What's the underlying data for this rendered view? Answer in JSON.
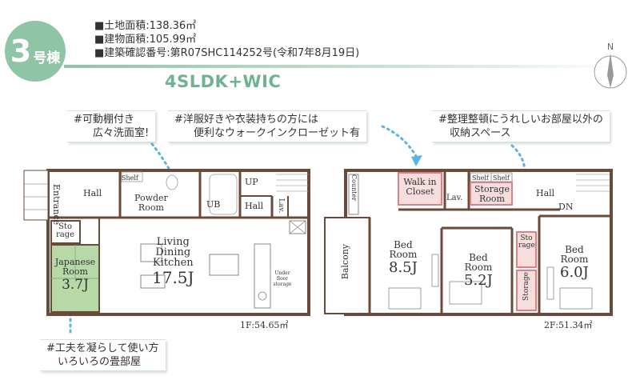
{
  "badge": {
    "number": "3",
    "suffix": "号棟"
  },
  "specs": {
    "land_area": "■土地面積:138.36㎡",
    "building_area": "■建物面積:105.99㎡",
    "permit": "■建築確認番号:第R07SHC114252号(令和7年8月19日)"
  },
  "plan_type": "4SLDK+WIC",
  "compass": {
    "label": "N"
  },
  "notes": {
    "washroom": [
      "#可動棚付き",
      "広々洗面室!"
    ],
    "wic": [
      "#洋服好きや衣装持ちの方には",
      "便利なウォークインクローゼット有"
    ],
    "storage": [
      "#整理整頓にうれしいお部屋以外の",
      "収納スペース"
    ],
    "tatami": [
      "#工夫を凝らして使い方",
      "いろいろの畳部屋"
    ]
  },
  "floor1": {
    "area": "1F:54.65㎡",
    "rooms": {
      "entrance_1": "Ent",
      "entrance_2": "rance",
      "hall": "Hall",
      "shelf": "Shelf",
      "powder_1": "Powder",
      "powder_2": "Room",
      "ub": "UB",
      "up": "UP",
      "hall2": "Hall",
      "lav": "Lav.",
      "storage_1": "Sto",
      "storage_2": "rage",
      "japanese_1": "Japanese",
      "japanese_2": "Room",
      "japanese_size": "3.7J",
      "living_1": "Living",
      "living_2": "Dining",
      "living_3": "Kitchen",
      "living_size": "17.5J",
      "under_floor": "Under floor storage"
    }
  },
  "floor2": {
    "area": "2F:51.34㎡",
    "rooms": {
      "counter": "Counter",
      "wic_1": "Walk in",
      "wic_2": "Closet",
      "lav": "Lav.",
      "shelf_a": "Shelf",
      "shelf_b": "Shelf",
      "storage_room_1": "Storage",
      "storage_room_2": "Room",
      "hall": "Hall",
      "dn": "DN",
      "balcony": "Balcony",
      "bed1_1": "Bed",
      "bed1_2": "Room",
      "bed1_size": "8.5J",
      "bed2_1": "Bed",
      "bed2_2": "Room",
      "bed2_size": "5.2J",
      "sto_1": "Sto",
      "sto_2": "rage",
      "storage_v": "Storage",
      "bed3_1": "Bed",
      "bed3_2": "Room",
      "bed3_size": "6.0J"
    }
  },
  "colors": {
    "accent": "#8fc4a6",
    "wall": "#6b4a3a",
    "highlight_fill": "#f6dede",
    "highlight_border": "#e07f86",
    "tatami": "#b7d9a8",
    "arrow": "#5bb4df"
  }
}
